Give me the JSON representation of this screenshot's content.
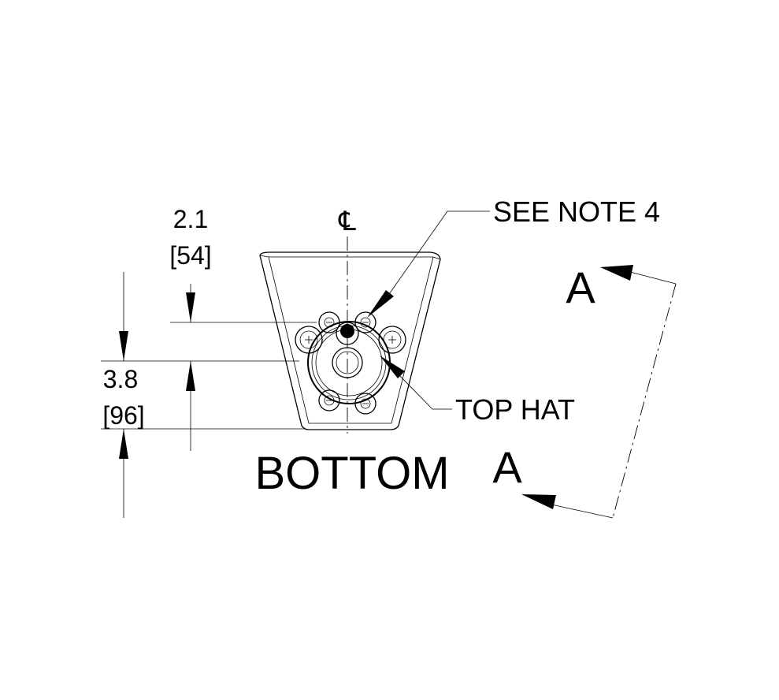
{
  "view_title": "BOTTOM",
  "section_marker": "A",
  "centerline_symbol": "℄",
  "callouts": {
    "see_note": "SEE NOTE 4",
    "top_hat": "TOP HAT"
  },
  "dimensions": {
    "upper": {
      "inch": "2.1",
      "mm": "[54]"
    },
    "lower": {
      "inch": "3.8",
      "mm": "[96]"
    }
  }
}
